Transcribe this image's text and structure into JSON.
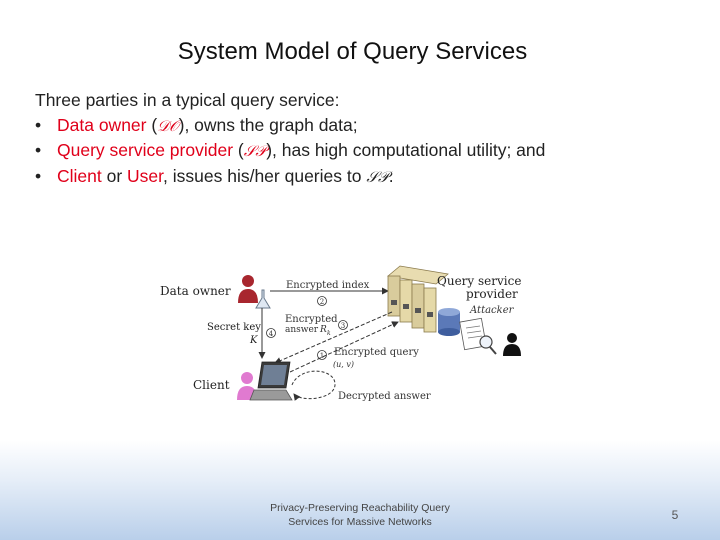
{
  "slide": {
    "title": "System Model of Query Services",
    "intro": "Three parties in a typical query service:",
    "bullets": [
      {
        "red": "Data owner",
        "middle_a": " (",
        "math": "𝒟𝒪",
        "rest": "), owns the graph data;"
      },
      {
        "red": "Query service provider",
        "middle_a": " (",
        "math": "𝒮𝒫",
        "rest": "), has high computational utility; and"
      },
      {
        "red": "Client",
        "middle_a": " or ",
        "red2": "User",
        "rest_a": ", issues his/her queries to ",
        "math": "𝒮𝒫",
        "rest": "."
      }
    ]
  },
  "diagram": {
    "data_owner": "Data owner",
    "query_service": "Query service",
    "provider": "provider",
    "attacker": "Attacker",
    "client": "Client",
    "encrypted_index": "Encrypted index",
    "encrypted": "Encrypted",
    "answer": "answer",
    "answer_var": "R",
    "answer_sub": "k",
    "secret_key": "Secret key",
    "secret_key_var": "K",
    "encrypted_query": "Encrypted query",
    "query_formula": "(u, v)",
    "decrypted_answer": "Decrypted answer",
    "step1": "1",
    "step2": "2",
    "step3": "3",
    "step4": "4"
  },
  "footer": {
    "line1": "Privacy-Preserving Reachability Query",
    "line2": "Services for Massive Networks",
    "page": "5"
  }
}
